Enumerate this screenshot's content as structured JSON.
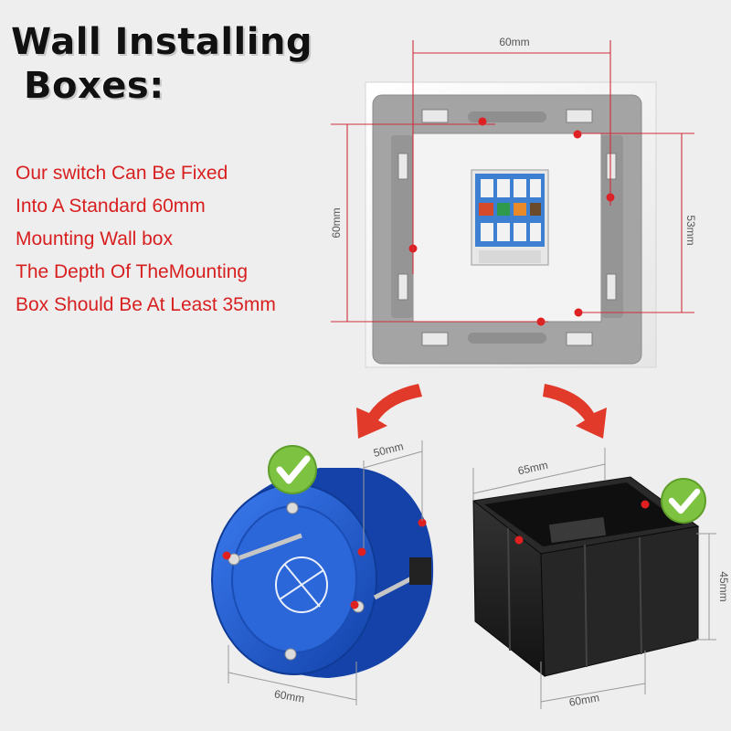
{
  "title": {
    "line1": "Wall Installing",
    "line2": "Boxes:"
  },
  "description": [
    "Our switch Can Be Fixed",
    "Into A Standard 60mm",
    "Mounting Wall box",
    "The Depth Of TheMounting",
    "Box Should Be At Least 35mm"
  ],
  "plate_dimensions": {
    "top_width": "60mm",
    "left_height": "60mm",
    "right_height": "53mm"
  },
  "round_box": {
    "top_depth": "50mm",
    "bottom_width": "60mm",
    "accepted": true
  },
  "square_box": {
    "top_width": "65mm",
    "right_depth": "45mm",
    "bottom_width": "60mm",
    "accepted": true
  },
  "colors": {
    "title_text": "#111111",
    "description_text": "#d81f1f",
    "arrow_red": "#e23a2a",
    "check_green": "#7ec242",
    "box_blue": "#1f5ed8",
    "box_black": "#1e1e1e",
    "plate_gray": "#9b9b9b"
  }
}
